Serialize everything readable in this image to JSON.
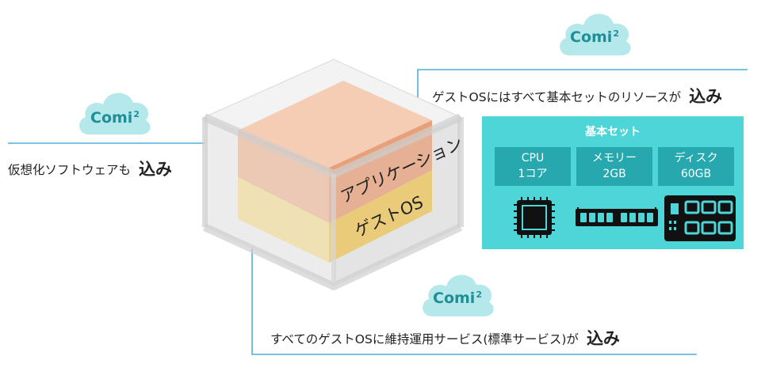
{
  "clouds": [
    {
      "label": "Comi",
      "sup": "2"
    },
    {
      "label": "Comi",
      "sup": "2"
    },
    {
      "label": "Comi",
      "sup": "2"
    }
  ],
  "left_caption": {
    "text": "仮想化ソフトウェアも",
    "bold": "込み"
  },
  "right_caption": {
    "text": "ゲストOSにはすべて基本セットのリソースが",
    "bold": "込み"
  },
  "bottom_caption": {
    "text": "すべてのゲストOSに維持運用サービス(標準サービス)が",
    "bold": "込み"
  },
  "cube": {
    "app_label": "アプリケーション",
    "os_label": "ゲストOS"
  },
  "kit": {
    "title": "基本セット",
    "specs": [
      {
        "name": "CPU",
        "value": "1コア",
        "icon": "cpu-chip-icon"
      },
      {
        "name": "メモリー",
        "value": "2GB",
        "icon": "memory-module-icon"
      },
      {
        "name": "ディスク",
        "value": "60GB",
        "icon": "disk-drive-icon"
      }
    ]
  },
  "colors": {
    "accent": "#4dd5d8",
    "dark_teal": "#26a8ae",
    "cloud": "#b5e8ea",
    "line": "#2a9fd6"
  }
}
